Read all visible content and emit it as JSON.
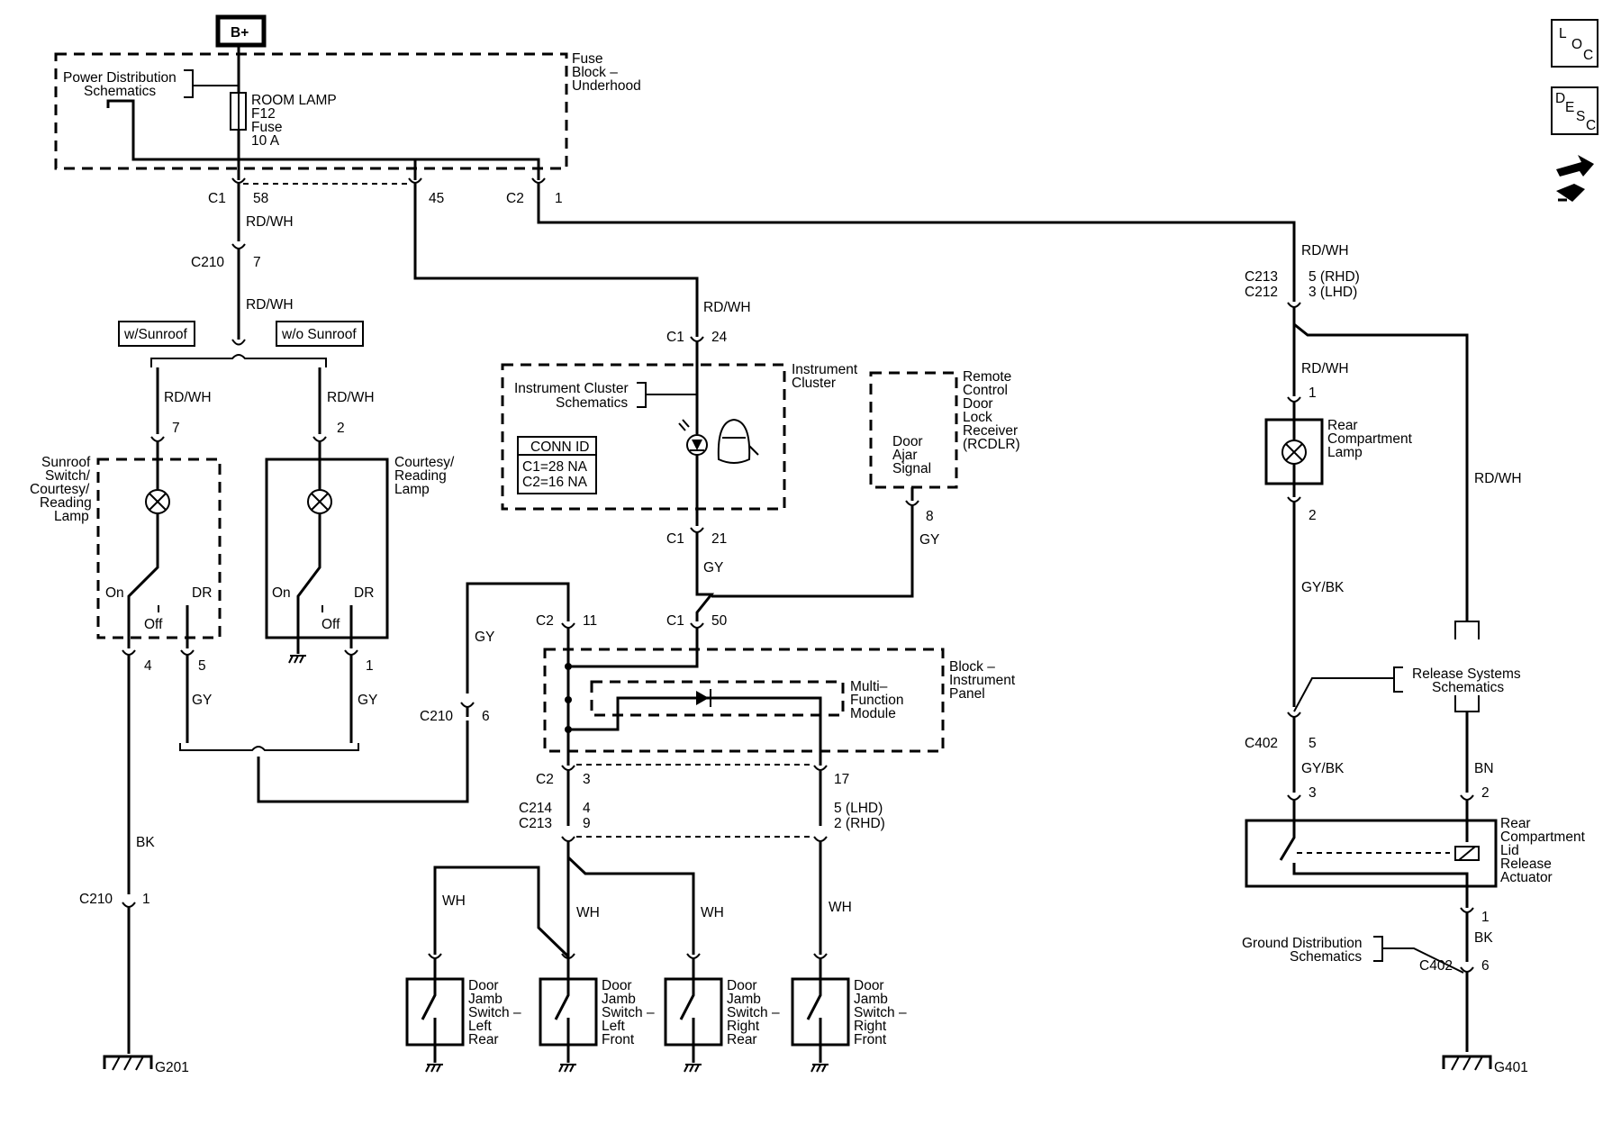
{
  "b_plus": "B+",
  "fuse_block": {
    "title": [
      "Fuse",
      "Block –",
      "Underhood"
    ],
    "pds": [
      "Power Distribution",
      "Schematics"
    ],
    "fuse": [
      "ROOM LAMP",
      "F12",
      "Fuse",
      "10 A"
    ]
  },
  "conn": {
    "c1": "C1",
    "c2": "C2",
    "c210": "C210",
    "c213": "C213",
    "c212": "C212",
    "c214": "C214",
    "c402": "C402"
  },
  "pins": {
    "p58": "58",
    "p45": "45",
    "p1": "1",
    "p7": "7",
    "p2": "2",
    "p24": "24",
    "p21": "21",
    "p50": "50",
    "p8": "8",
    "p11": "11",
    "p6": "6",
    "p3": "3",
    "p17": "17",
    "p4": "4",
    "p9": "9",
    "p5": "5",
    "p5rhd": "5 (RHD)",
    "p3lhd": "3 (LHD)",
    "p5lhd": "5 (LHD)",
    "p2rhd": "2 (RHD)"
  },
  "wires": {
    "rdwh": "RD/WH",
    "gy": "GY",
    "bk": "BK",
    "wh": "WH",
    "gybk": "GY/BK",
    "bn": "BN"
  },
  "options": {
    "sunroof": "w/Sunroof",
    "nosunroof": "w/o Sunroof"
  },
  "sunroof_lamp": {
    "name": [
      "Sunroof",
      "Switch/",
      "Courtesy/",
      "Reading",
      "Lamp"
    ],
    "on": "On",
    "off": "Off",
    "dr": "DR"
  },
  "courtesy_lamp": {
    "name": [
      "Courtesy/",
      "Reading",
      "Lamp"
    ],
    "on": "On",
    "off": "Off",
    "dr": "DR"
  },
  "cluster": {
    "title": [
      "Instrument",
      "Cluster"
    ],
    "schem": [
      "Instrument Cluster",
      "Schematics"
    ],
    "conn_id": [
      "CONN ID",
      "C1=28 NA",
      "C2=16 NA"
    ]
  },
  "rcdlr": {
    "title": [
      "Remote",
      "Control",
      "Door",
      "Lock",
      "Receiver",
      "(RCDLR)"
    ],
    "signal": [
      "Door",
      "Ajar",
      "Signal"
    ]
  },
  "bip": {
    "title": [
      "Block –",
      "Instrument",
      "Panel"
    ],
    "mfm": [
      "Multi–",
      "Function",
      "Module"
    ]
  },
  "switches": [
    [
      "Door",
      "Jamb",
      "Switch –",
      "Left",
      "Rear"
    ],
    [
      "Door",
      "Jamb",
      "Switch –",
      "Left",
      "Front"
    ],
    [
      "Door",
      "Jamb",
      "Switch –",
      "Right",
      "Rear"
    ],
    [
      "Door",
      "Jamb",
      "Switch –",
      "Right",
      "Front"
    ]
  ],
  "grounds": {
    "g201": "G201",
    "g401": "G401",
    "gds": [
      "Ground Distribution",
      "Schematics"
    ]
  },
  "rear": {
    "lamp": [
      "Rear",
      "Compartment",
      "Lamp"
    ],
    "release_schem": [
      "Release Systems",
      "Schematics"
    ],
    "actuator": [
      "Rear",
      "Compartment",
      "Lid",
      "Release",
      "Actuator"
    ]
  },
  "nav_icons": {
    "loc": [
      "L",
      "O",
      "C"
    ],
    "desc": [
      "D",
      "E",
      "S",
      "C"
    ],
    "nav": "hand-pointer-icon"
  }
}
